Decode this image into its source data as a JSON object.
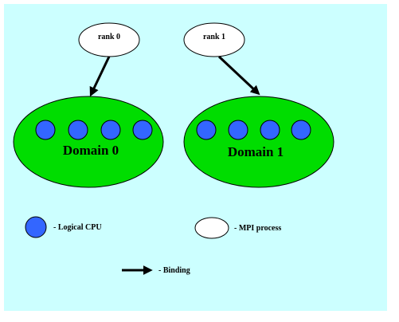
{
  "colors": {
    "background": "#ccffff",
    "domain_fill": "#00dd00",
    "cpu_fill": "#3366ff",
    "process_fill": "#ffffff",
    "stroke": "#000000"
  },
  "processes": [
    {
      "label": "rank 0"
    },
    {
      "label": "rank 1"
    }
  ],
  "domains": [
    {
      "label": "Domain 0",
      "cpu_count": 4
    },
    {
      "label": "Domain 1",
      "cpu_count": 4
    }
  ],
  "legend": {
    "cpu_label": "- Logical CPU",
    "process_label": "- MPI process",
    "binding_label": "- Binding"
  },
  "icons": {
    "cpu": "blue-circle",
    "process": "white-ellipse",
    "binding": "black-arrow"
  }
}
